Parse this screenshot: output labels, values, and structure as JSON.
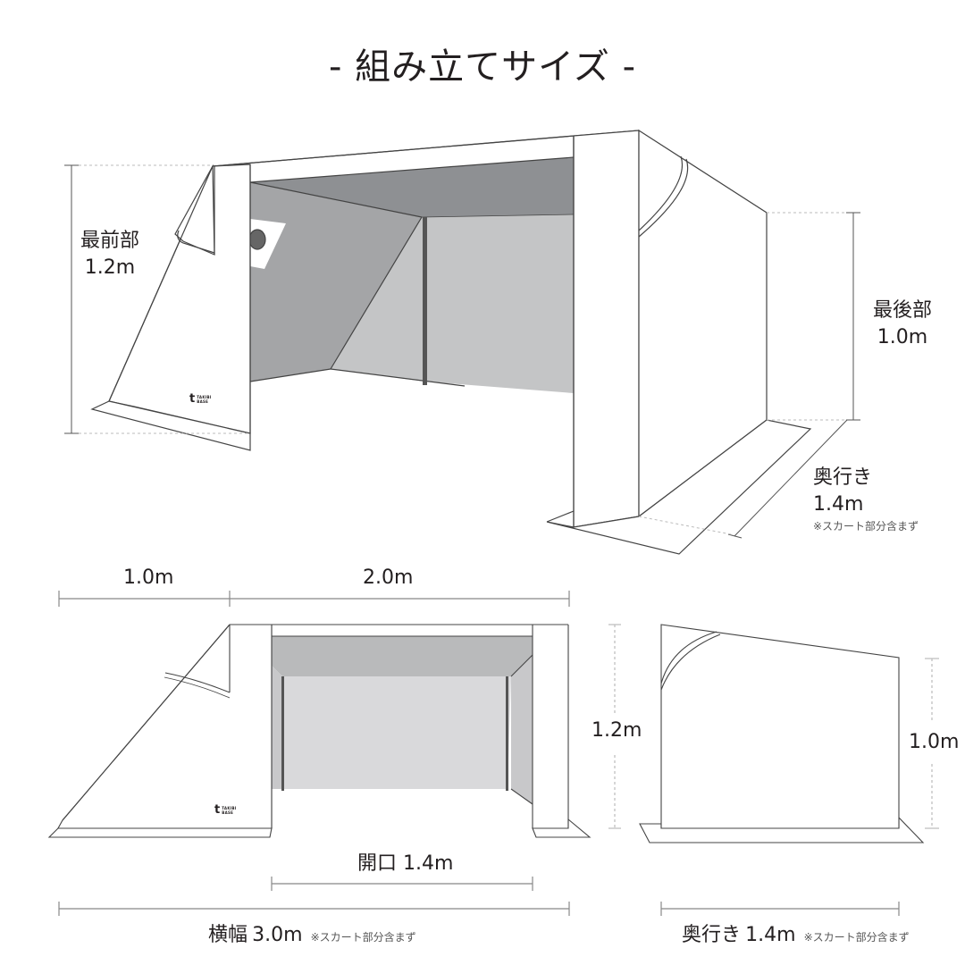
{
  "title": "- 組み立てサイズ -",
  "colors": {
    "line": "#444444",
    "dimension_line": "#888888",
    "panel_dark": "#8e9093",
    "panel_mid": "#a4a5a7",
    "panel_light": "#c4c5c6",
    "panel_lightest": "#d9d9db",
    "pole": "#555555",
    "background": "#ffffff"
  },
  "perspective_view": {
    "front_height": {
      "label": "最前部",
      "value": "1.2m"
    },
    "rear_height": {
      "label": "最後部",
      "value": "1.0m"
    },
    "depth": {
      "label": "奥行き",
      "value": "1.4m",
      "note": "※スカート部分含まず"
    },
    "logo": {
      "glyph": "t",
      "line1": "TAKIBI",
      "line2": "BASE"
    }
  },
  "front_view": {
    "segment_left": "1.0m",
    "segment_right": "2.0m",
    "opening": {
      "label": "開口",
      "value": "1.4m"
    },
    "width": {
      "label": "横幅",
      "value": "3.0m",
      "note": "※スカート部分含まず"
    },
    "height": "1.2m",
    "logo": {
      "glyph": "t",
      "line1": "TAKIBI",
      "line2": "BASE"
    }
  },
  "side_view": {
    "rear_height": "1.0m",
    "depth": {
      "label": "奥行き",
      "value": "1.4m",
      "note": "※スカート部分含まず"
    }
  }
}
